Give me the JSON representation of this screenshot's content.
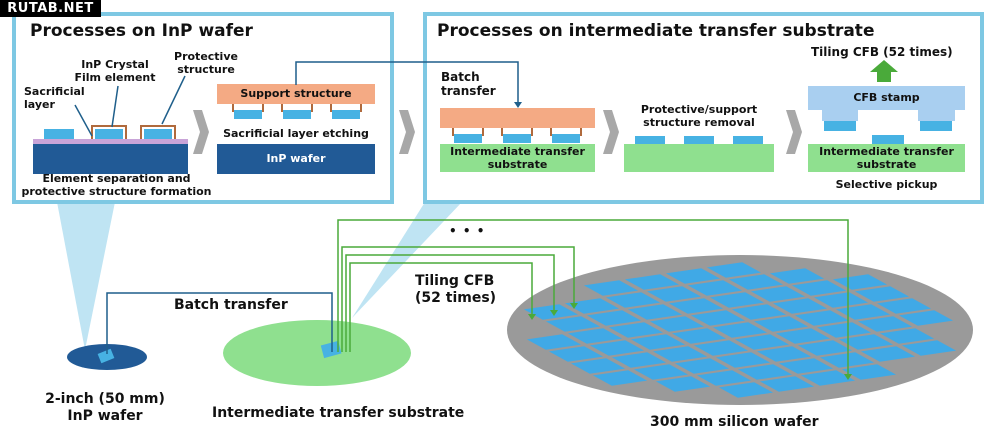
{
  "watermark": "RUTAB.NET",
  "panel_inp": {
    "title": "Processes on InP wafer",
    "label_crystal_film": "InP Crystal Film element",
    "label_crystal_line1": "InP Crystal",
    "label_crystal_line2": "Film element",
    "label_protective_line1": "Protective",
    "label_protective_line2": "structure",
    "label_sacrificial_line1": "Sacrificial",
    "label_sacrificial_line2": "layer",
    "caption_line1": "Element separation and",
    "caption_line2": "protective structure formation",
    "support_structure": "Support structure",
    "sacrificial_etching": "Sacrificial layer etching",
    "inp_wafer": "InP wafer"
  },
  "panel_transfer": {
    "title": "Processes on intermediate transfer substrate",
    "batch_line1": "Batch",
    "batch_line2": "transfer",
    "removal_line1": "Protective/support",
    "removal_line2": "structure removal",
    "substrate_line1": "Intermediate transfer",
    "substrate_line2": "substrate",
    "tiling_label": "Tiling CFB (52 times)",
    "cfb_stamp": "CFB stamp",
    "selective_pickup": "Selective pickup"
  },
  "bottom": {
    "ellipsis": "• • •",
    "batch_transfer": "Batch transfer",
    "tiling_line1": "Tiling CFB",
    "tiling_line2": "(52 times)",
    "inp_wafer_line1": "2-inch (50 mm)",
    "inp_wafer_line2": "InP wafer",
    "intermediate_substrate": "Intermediate transfer substrate",
    "silicon_wafer": "300 mm silicon wafer"
  },
  "colors": {
    "panel_border": "#7ec8e3",
    "callout": "#bfe4f3",
    "arrow_line": "#1f5f8b",
    "inp_wafer": "#215a96",
    "support": "#f4aa84",
    "element": "#47b2e3",
    "substrate": "#8fe08f",
    "silicon": "#9a9a9a",
    "tile": "#40a9e6",
    "arrow_gray": "#a8a8a8",
    "up_arrow": "#4aaa3a"
  }
}
